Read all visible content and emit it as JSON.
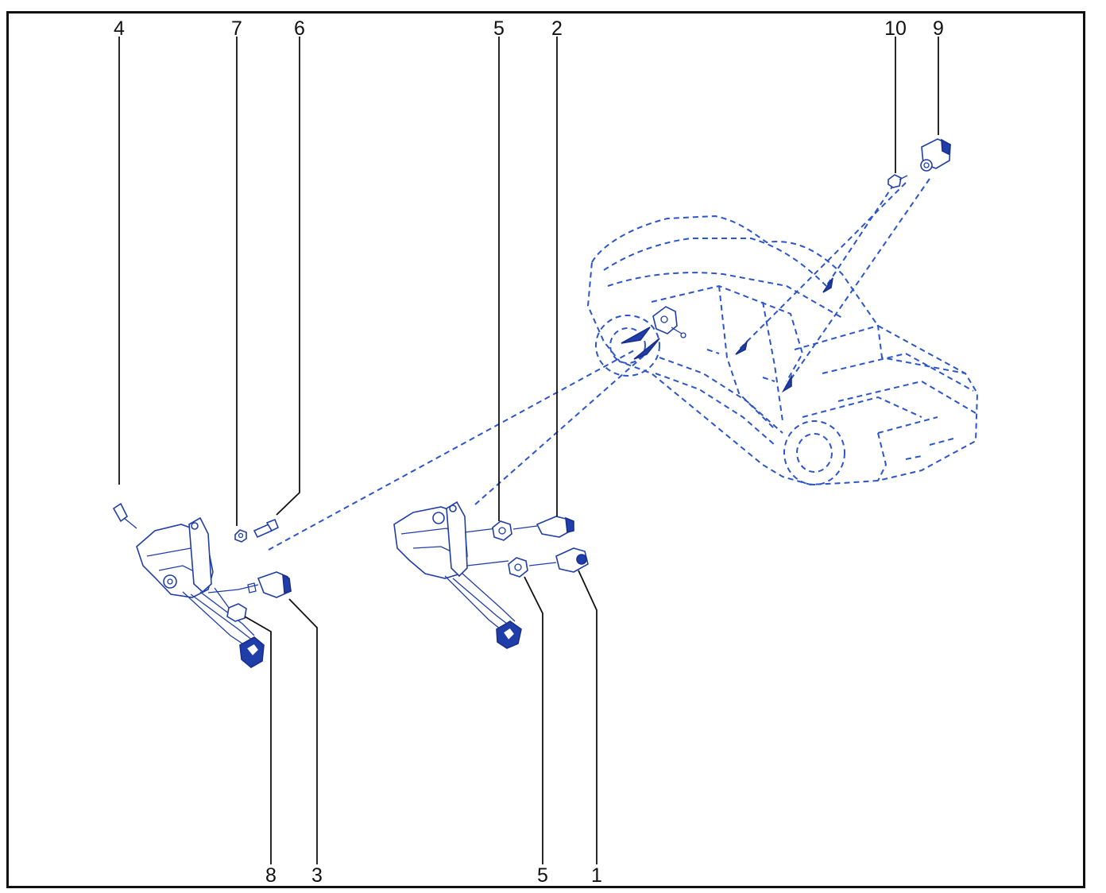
{
  "callouts": {
    "c1": "1",
    "c2": "2",
    "c3": "3",
    "c4": "4",
    "c5_top": "5",
    "c5_bottom": "5",
    "c6": "6",
    "c7": "7",
    "c8": "8",
    "c9": "9",
    "c10": "10"
  },
  "colors": {
    "line_art": "#1f3ea8",
    "dashed_outline": "#2b55c9",
    "leader_and_text": "#111111",
    "frame": "#111111"
  }
}
